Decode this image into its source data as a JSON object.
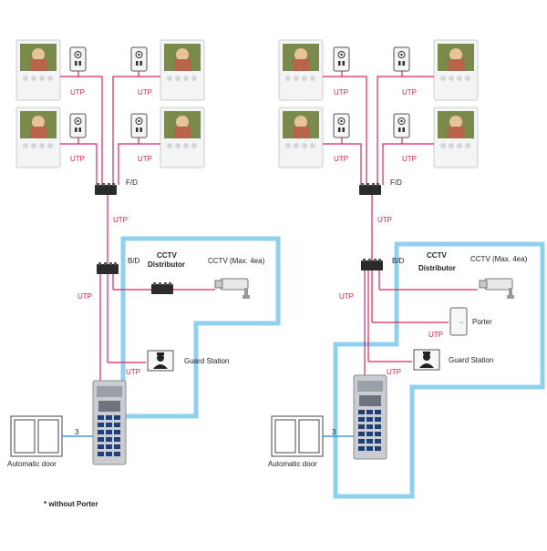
{
  "labels": {
    "utp": "UTP",
    "fd": "F/D",
    "bd": "B/D",
    "cctv_dist_line1": "CCTV",
    "cctv_dist_line2": "Distributor",
    "cctv_left": "CCTV (Max. 4ea)",
    "cctv_right": "CCTV (Max. 4ea)",
    "porter": "Porter",
    "guard_station": "Guard Station",
    "automatic_door": "Automatic door",
    "wire_count": "3",
    "footnote": "* without Porter"
  },
  "colors": {
    "utp_wire": "#e0245e",
    "data_wire": "#2a7fd4",
    "zone_outline": "#8fd0ef"
  }
}
